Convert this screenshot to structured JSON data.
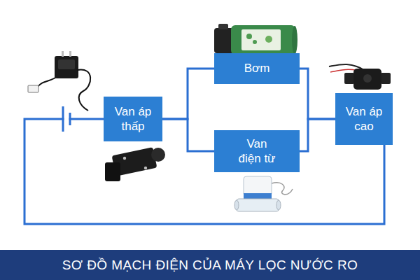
{
  "diagram": {
    "title": "SƠ ĐỒ MẠCH ĐIỆN CỦA MÁY LỌC NƯỚC RO",
    "nodes": [
      {
        "text": [
          "Van áp thấp"
        ]
      },
      {
        "text": [
          "Bơm"
        ]
      },
      {
        "text": [
          "Van điện từ"
        ]
      },
      {
        "text": [
          "Van áp cao"
        ]
      }
    ],
    "edges": [
      {
        "from": 0,
        "to": 1,
        "arrow": "none"
      },
      {
        "from": 0,
        "to": 2,
        "arrow": "none"
      },
      {
        "from": 1,
        "to": 3,
        "arrow": "none"
      },
      {
        "from": 2,
        "to": 3,
        "arrow": "none"
      },
      {
        "from": 3,
        "to": 0,
        "arrow": "none"
      }
    ]
  }
}
